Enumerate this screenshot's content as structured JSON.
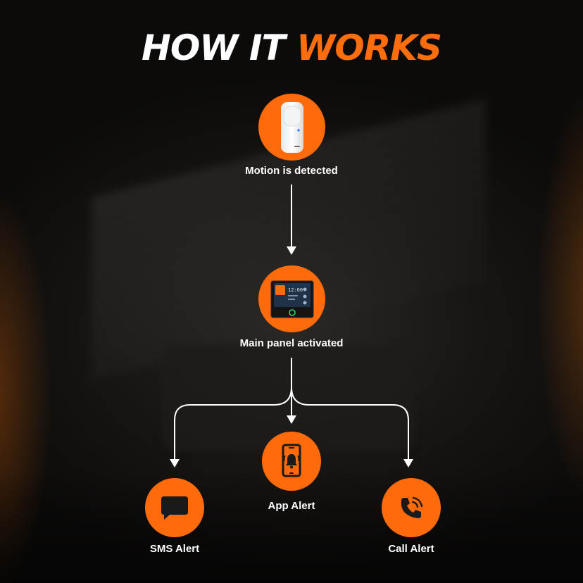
{
  "title": {
    "part1": "HOW IT",
    "part2": "WORKS"
  },
  "colors": {
    "accent": "#ff6b0b",
    "text": "#ffffff",
    "background": "#0b0a09"
  },
  "nodes": {
    "motion": {
      "label": "Motion is detected",
      "icon": "motion-sensor-icon"
    },
    "panel": {
      "label": "Main panel activated",
      "icon": "control-panel-icon"
    },
    "app": {
      "label": "App Alert",
      "icon": "phone-bell-icon"
    },
    "sms": {
      "label": "SMS Alert",
      "icon": "chat-bubble-icon"
    },
    "call": {
      "label": "Call Alert",
      "icon": "phone-call-icon"
    }
  },
  "panel_screen": {
    "time": "12:00"
  }
}
